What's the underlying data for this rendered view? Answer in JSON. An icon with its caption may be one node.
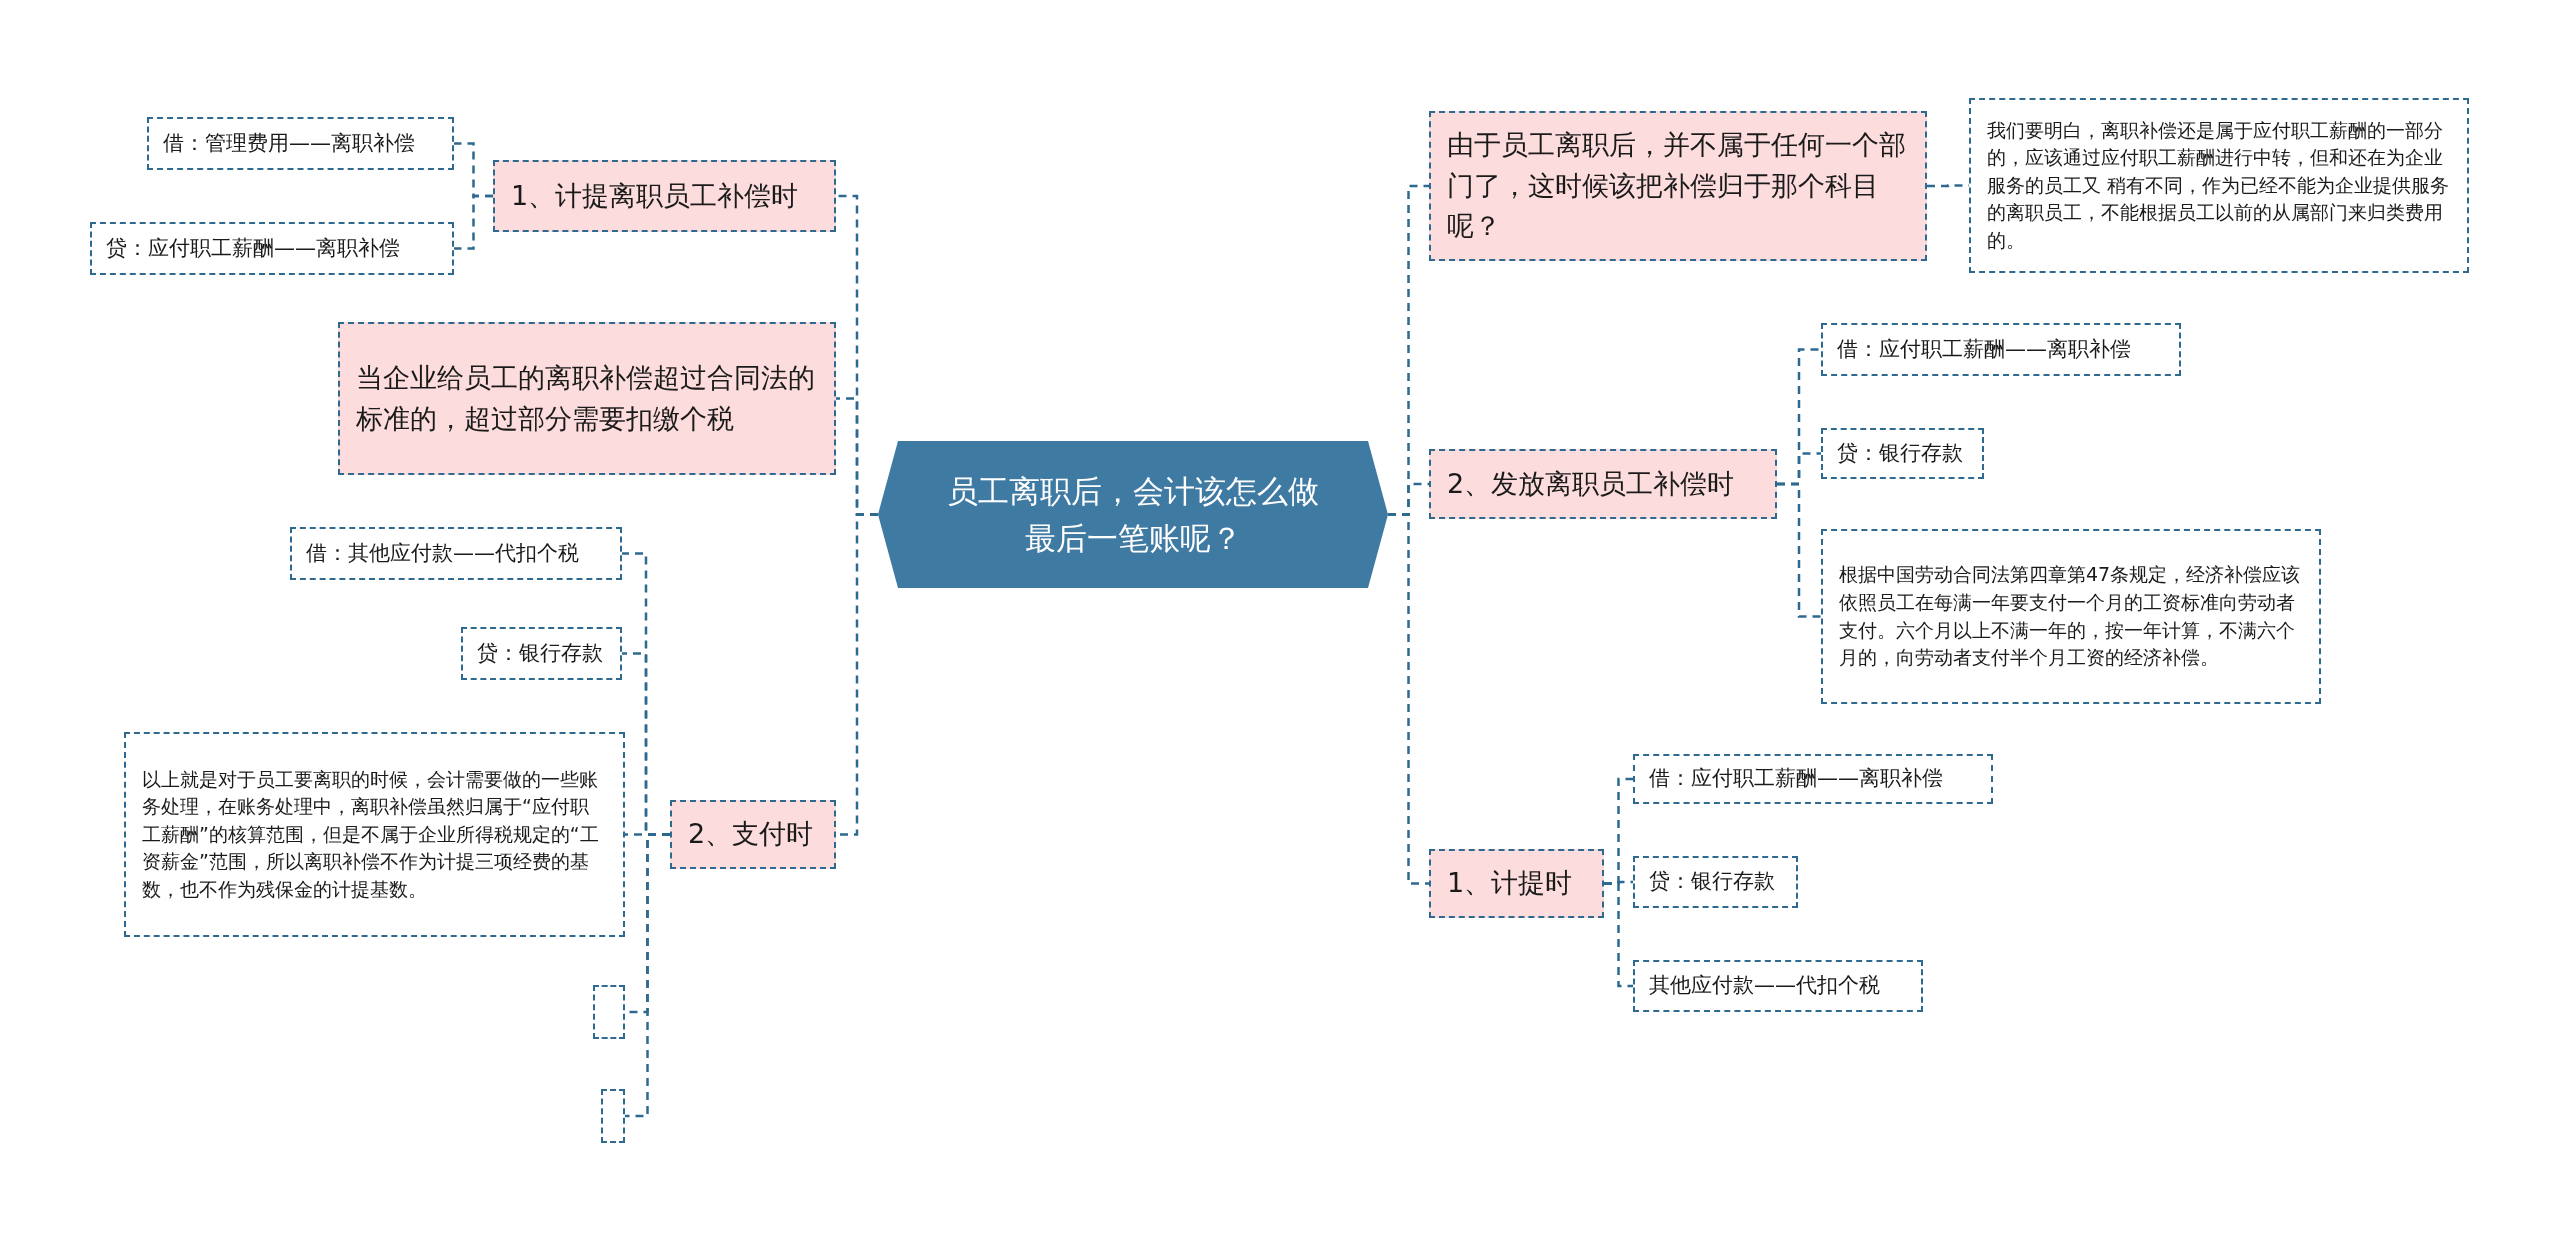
{
  "diagram": {
    "nodes": [
      {
        "text": [
          "员工离职后，会计该怎么做最后一笔账呢？"
        ]
      },
      {
        "text": [
          "1、计提离职员工补偿时"
        ]
      },
      {
        "text": [
          "借：管理费用——离职补偿"
        ]
      },
      {
        "text": [
          "贷：应付职工薪酬——离职补偿"
        ]
      },
      {
        "text": [
          "当企业给员工的离职补偿超过合同法的标准的，超过部分需要扣缴个税"
        ]
      },
      {
        "text": [
          "2、支付时"
        ]
      },
      {
        "text": [
          "借：其他应付款——代扣个税"
        ]
      },
      {
        "text": [
          "贷：银行存款"
        ]
      },
      {
        "text": [
          "以上就是对于员工要离职的时候，会计需要做的一些账务处理，在账务处理中，离职补偿虽然归属于“应付职工薪酬”的核算范围，但是不属于企业所得税规定的“工资薪金”范围，所以离职补偿不作为计提三项经费的基数，也不作为残保金的计提基数。"
        ]
      },
      {
        "text": [],
        "shape": "box"
      },
      {
        "text": [],
        "shape": "box"
      },
      {
        "text": [
          "由于员工离职后，并不属于任何一个部门了，这时候该把补偿归于那个科目呢？"
        ]
      },
      {
        "text": [
          "我们要明白，离职补偿还是属于应付职工薪酬的一部分的，应该通过应付职工薪酬进行中转，但和还在为企业服务的员工又 稍有不同，作为已经不能为企业提供服务的离职员工，不能根据员工以前的从属部门来归类费用的。"
        ]
      },
      {
        "text": [
          "2、发放离职员工补偿时"
        ]
      },
      {
        "text": [
          "借：应付职工薪酬——离职补偿"
        ]
      },
      {
        "text": [
          "贷：银行存款"
        ]
      },
      {
        "text": [
          "根据中国劳动合同法第四章第47条规定，经济补偿应该依照员工在每满一年要支付一个月的工资标准向劳动者支付。六个月以上不满一年的，按一年计算，不满六个月的，向劳动者支付半个月工资的经济补偿。"
        ]
      },
      {
        "text": [
          "1、计提时"
        ]
      },
      {
        "text": [
          "借：应付职工薪酬——离职补偿"
        ]
      },
      {
        "text": [
          "贷：银行存款"
        ]
      },
      {
        "text": [
          "其他应付款——代扣个税"
        ]
      }
    ],
    "edges": [
      {
        "from": 0,
        "to": 1,
        "arrow": "none"
      },
      {
        "from": 1,
        "to": 2,
        "arrow": "none"
      },
      {
        "from": 1,
        "to": 3,
        "arrow": "none"
      },
      {
        "from": 0,
        "to": 4,
        "arrow": "none"
      },
      {
        "from": 0,
        "to": 5,
        "arrow": "none"
      },
      {
        "from": 5,
        "to": 6,
        "arrow": "none"
      },
      {
        "from": 5,
        "to": 7,
        "arrow": "none"
      },
      {
        "from": 5,
        "to": 8,
        "arrow": "none"
      },
      {
        "from": 5,
        "to": 9,
        "arrow": "none"
      },
      {
        "from": 5,
        "to": 10,
        "arrow": "none"
      },
      {
        "from": 0,
        "to": 11,
        "arrow": "none"
      },
      {
        "from": 11,
        "to": 12,
        "arrow": "none"
      },
      {
        "from": 0,
        "to": 13,
        "arrow": "none"
      },
      {
        "from": 13,
        "to": 14,
        "arrow": "none"
      },
      {
        "from": 13,
        "to": 15,
        "arrow": "none"
      },
      {
        "from": 13,
        "to": 16,
        "arrow": "none"
      },
      {
        "from": 0,
        "to": 17,
        "arrow": "none"
      },
      {
        "from": 17,
        "to": 18,
        "arrow": "none"
      },
      {
        "from": 17,
        "to": 19,
        "arrow": "none"
      },
      {
        "from": 17,
        "to": 20,
        "arrow": "none"
      }
    ]
  }
}
